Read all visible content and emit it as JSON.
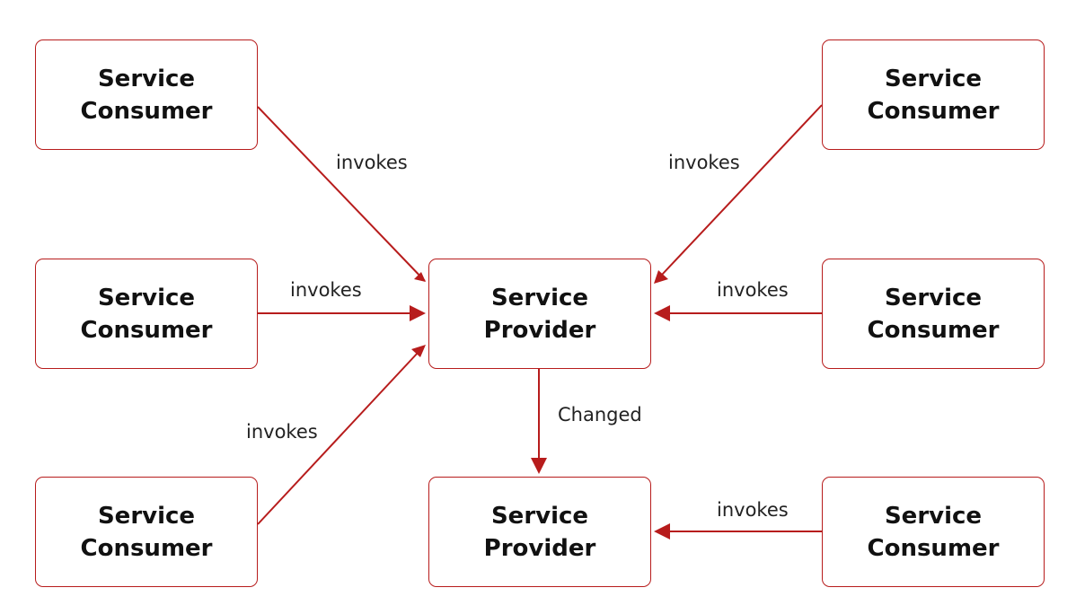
{
  "diagram": {
    "colors": {
      "accent": "#b71c1c",
      "text": "#111111",
      "background": "#ffffff"
    },
    "nodes": [
      {
        "id": "c1",
        "line1": "Service",
        "line2": "Consumer"
      },
      {
        "id": "c2",
        "line1": "Service",
        "line2": "Consumer"
      },
      {
        "id": "c3",
        "line1": "Service",
        "line2": "Consumer"
      },
      {
        "id": "c4",
        "line1": "Service",
        "line2": "Consumer"
      },
      {
        "id": "c5",
        "line1": "Service",
        "line2": "Consumer"
      },
      {
        "id": "c6",
        "line1": "Service",
        "line2": "Consumer"
      },
      {
        "id": "p1",
        "line1": "Service",
        "line2": "Provider"
      },
      {
        "id": "p2",
        "line1": "Service",
        "line2": "Provider"
      }
    ],
    "edges": [
      {
        "from": "c1",
        "to": "p1",
        "label": "invokes"
      },
      {
        "from": "c2",
        "to": "p1",
        "label": "invokes"
      },
      {
        "from": "c3",
        "to": "p1",
        "label": "invokes"
      },
      {
        "from": "c4",
        "to": "p1",
        "label": "invokes"
      },
      {
        "from": "c5",
        "to": "p1",
        "label": "invokes"
      },
      {
        "from": "c6",
        "to": "p2",
        "label": "invokes"
      },
      {
        "from": "p1",
        "to": "p2",
        "label": "Changed"
      }
    ]
  }
}
